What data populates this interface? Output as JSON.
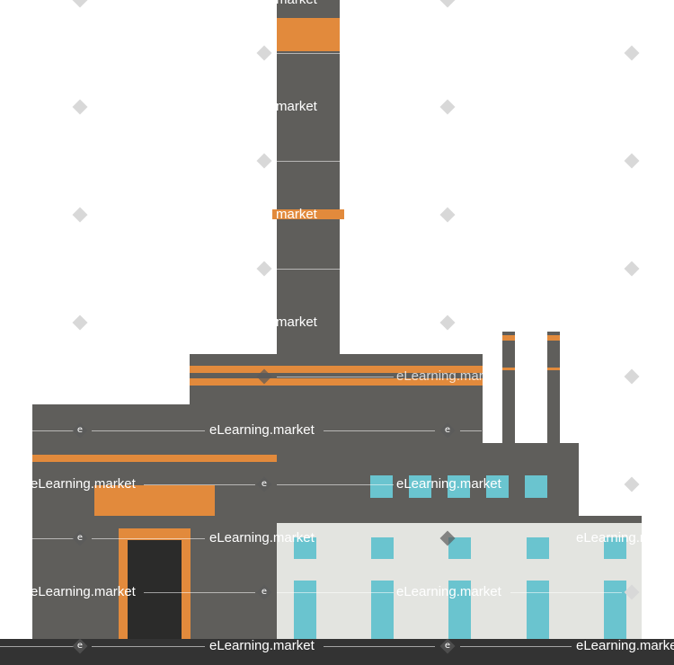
{
  "illustration": {
    "subject": "factory-building",
    "colors": {
      "wall": "#5f5e5b",
      "accent": "#e28a3c",
      "window": "#6ac4cf",
      "annex": "#e3e4e0",
      "door": "#2b2b2a",
      "ground": "#333333",
      "background": "#ffffff"
    }
  },
  "watermark": {
    "text": "eLearning.market",
    "partial_text": "market",
    "partial_text_left": "eLearning.marke",
    "icon_letter": "e"
  }
}
